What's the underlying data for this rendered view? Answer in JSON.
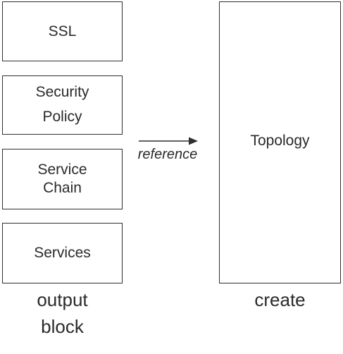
{
  "left_column": {
    "boxes": [
      {
        "label": "SSL"
      },
      {
        "label": "Security\nPolicy"
      },
      {
        "label": "Service\nChain"
      },
      {
        "label": "Services"
      }
    ],
    "caption": "output\nblock"
  },
  "right_column": {
    "box": {
      "label": "Topology"
    },
    "caption": "create"
  },
  "arrow": {
    "label": "reference"
  },
  "colors": {
    "stroke": "#2f2f2f",
    "text": "#2a2a2a",
    "background": "#ffffff"
  }
}
